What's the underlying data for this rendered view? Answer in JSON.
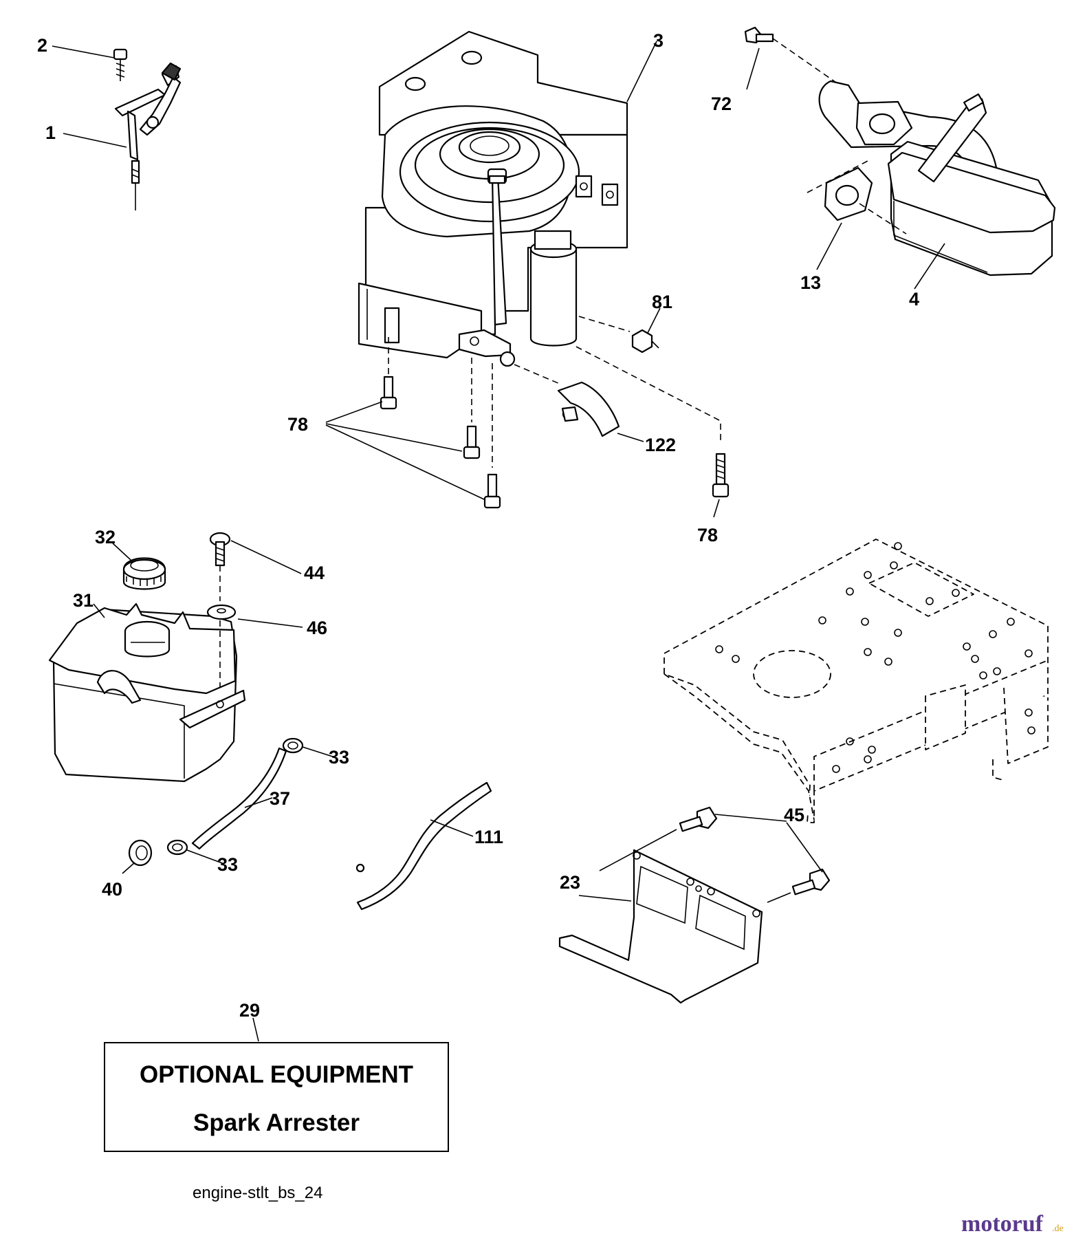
{
  "callouts": {
    "c1": "1",
    "c2": "2",
    "c3": "3",
    "c4": "4",
    "c13": "13",
    "c72": "72",
    "c81": "81",
    "c78a": "78",
    "c78b": "78",
    "c122": "122",
    "c32": "32",
    "c31": "31",
    "c44": "44",
    "c46": "46",
    "c33a": "33",
    "c33b": "33",
    "c37": "37",
    "c40": "40",
    "c111": "111",
    "c45": "45",
    "c23": "23",
    "c29": "29"
  },
  "option_box": {
    "line1": "OPTIONAL EQUIPMENT",
    "line2": "Spark Arrester"
  },
  "diagram_ref": "engine-stlt_bs_24",
  "watermark": {
    "brand": "motoruf",
    "suffix": ".de",
    "brand_color": "#5a3a8c",
    "accent_color": "#d4a017"
  }
}
